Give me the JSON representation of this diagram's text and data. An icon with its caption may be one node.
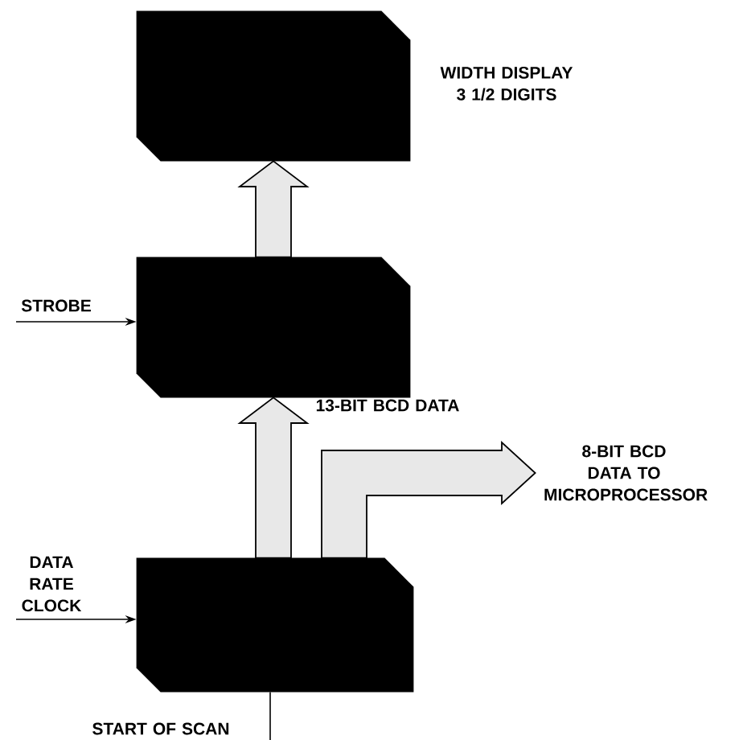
{
  "diagram": {
    "nodes": [
      {
        "text": [],
        "shape": "box",
        "beside": [
          "WIDTH DISPLAY 3 1/2 DIGITS"
        ]
      },
      {
        "text": [],
        "shape": "box"
      },
      {
        "text": [],
        "shape": "box"
      },
      {
        "text": [
          "8-BIT BCD DATA TO MICROPROCESSOR"
        ]
      }
    ],
    "edges": [
      {
        "from": null,
        "to": 1,
        "arrow": "to",
        "label": "STROBE"
      },
      {
        "from": 1,
        "to": 0,
        "arrow": "to",
        "style": "thick"
      },
      {
        "from": 2,
        "to": 1,
        "arrow": "to",
        "style": "thick",
        "label": "13-BIT BCD DATA"
      },
      {
        "from": 2,
        "to": 3,
        "arrow": "to",
        "style": "thick"
      },
      {
        "from": null,
        "to": 2,
        "arrow": "to",
        "label": "DATA RATE CLOCK"
      },
      {
        "from": null,
        "to": 2,
        "arrow": "none",
        "label": "START OF SCAN"
      }
    ]
  }
}
